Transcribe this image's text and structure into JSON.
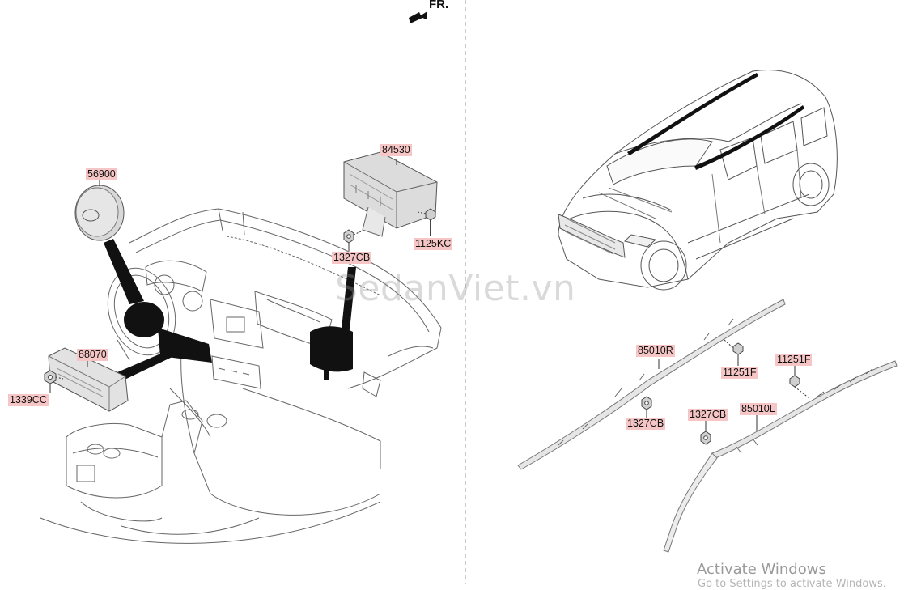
{
  "header": {
    "front_direction": "FR."
  },
  "watermark": "SedanViet.vn",
  "parts": {
    "p56900": "56900",
    "p88070": "88070",
    "p1339CC": "1339CC",
    "p84530": "84530",
    "p1327CB_a": "1327CB",
    "p1125KC": "1125KC",
    "p85010R": "85010R",
    "p11251F_a": "11251F",
    "p11251F_b": "11251F",
    "p1327CB_b": "1327CB",
    "p1327CB_c": "1327CB",
    "p85010L": "85010L"
  },
  "os_notice": {
    "title": "Activate Windows",
    "subtitle": "Go to Settings to activate Windows."
  }
}
